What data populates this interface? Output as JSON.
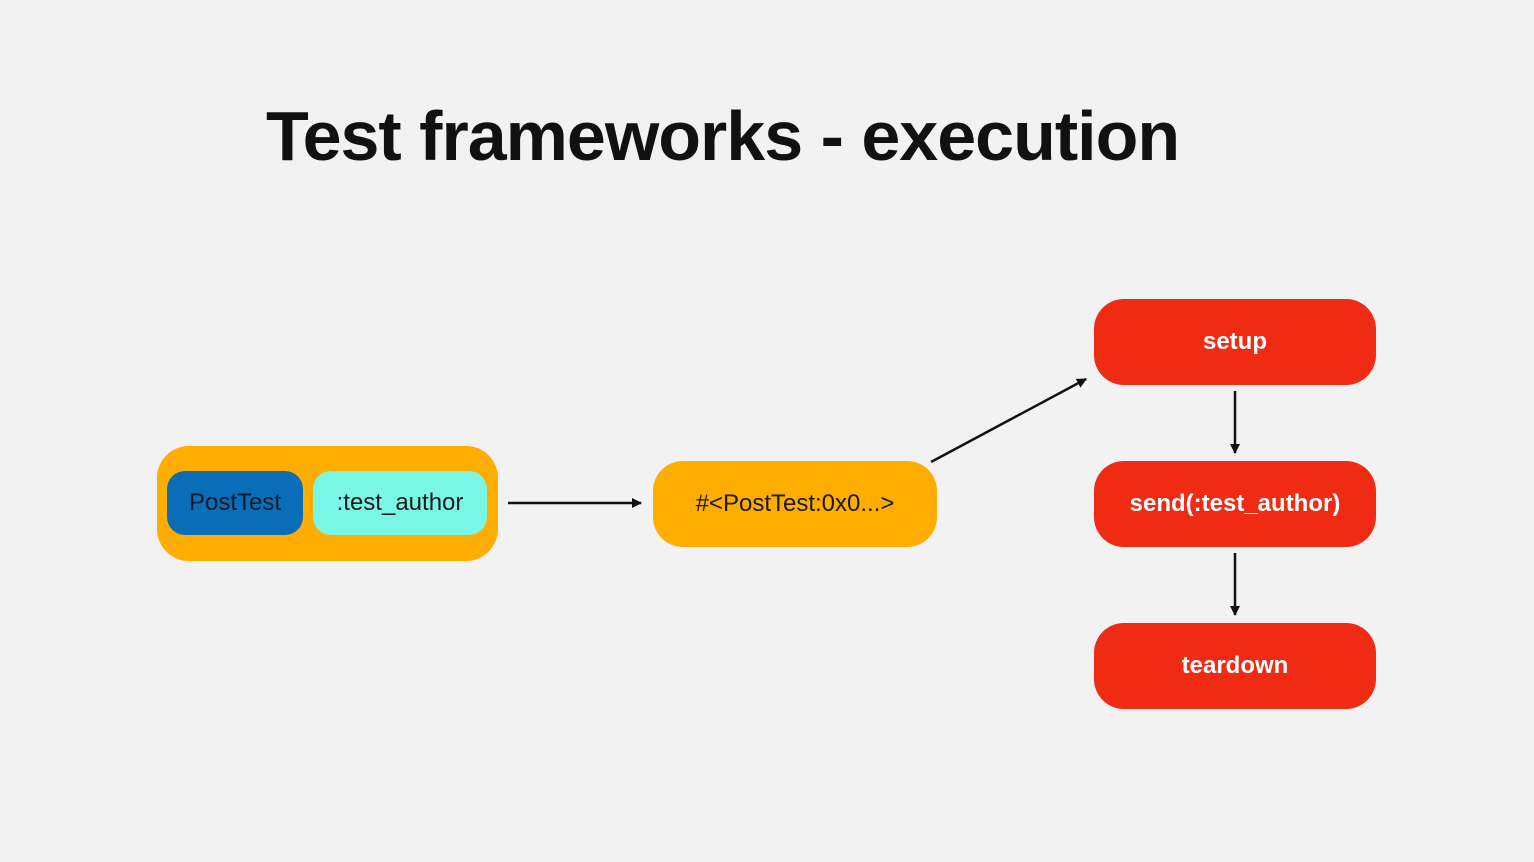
{
  "slide": {
    "title": "Test frameworks - execution"
  },
  "diagram": {
    "test_case": {
      "class_label": "PostTest",
      "method_label": ":test_author"
    },
    "instance_label": "#<PostTest:0x0...>",
    "steps": [
      {
        "label": "setup"
      },
      {
        "label": "send(:test_author)"
      },
      {
        "label": "teardown"
      }
    ]
  },
  "colors": {
    "background": "#f2f2f2",
    "container_orange": "#ffad00",
    "class_blue": "#0a6db7",
    "method_cyan": "#79f6e6",
    "step_red": "#ef2b14",
    "arrow": "#111111"
  }
}
